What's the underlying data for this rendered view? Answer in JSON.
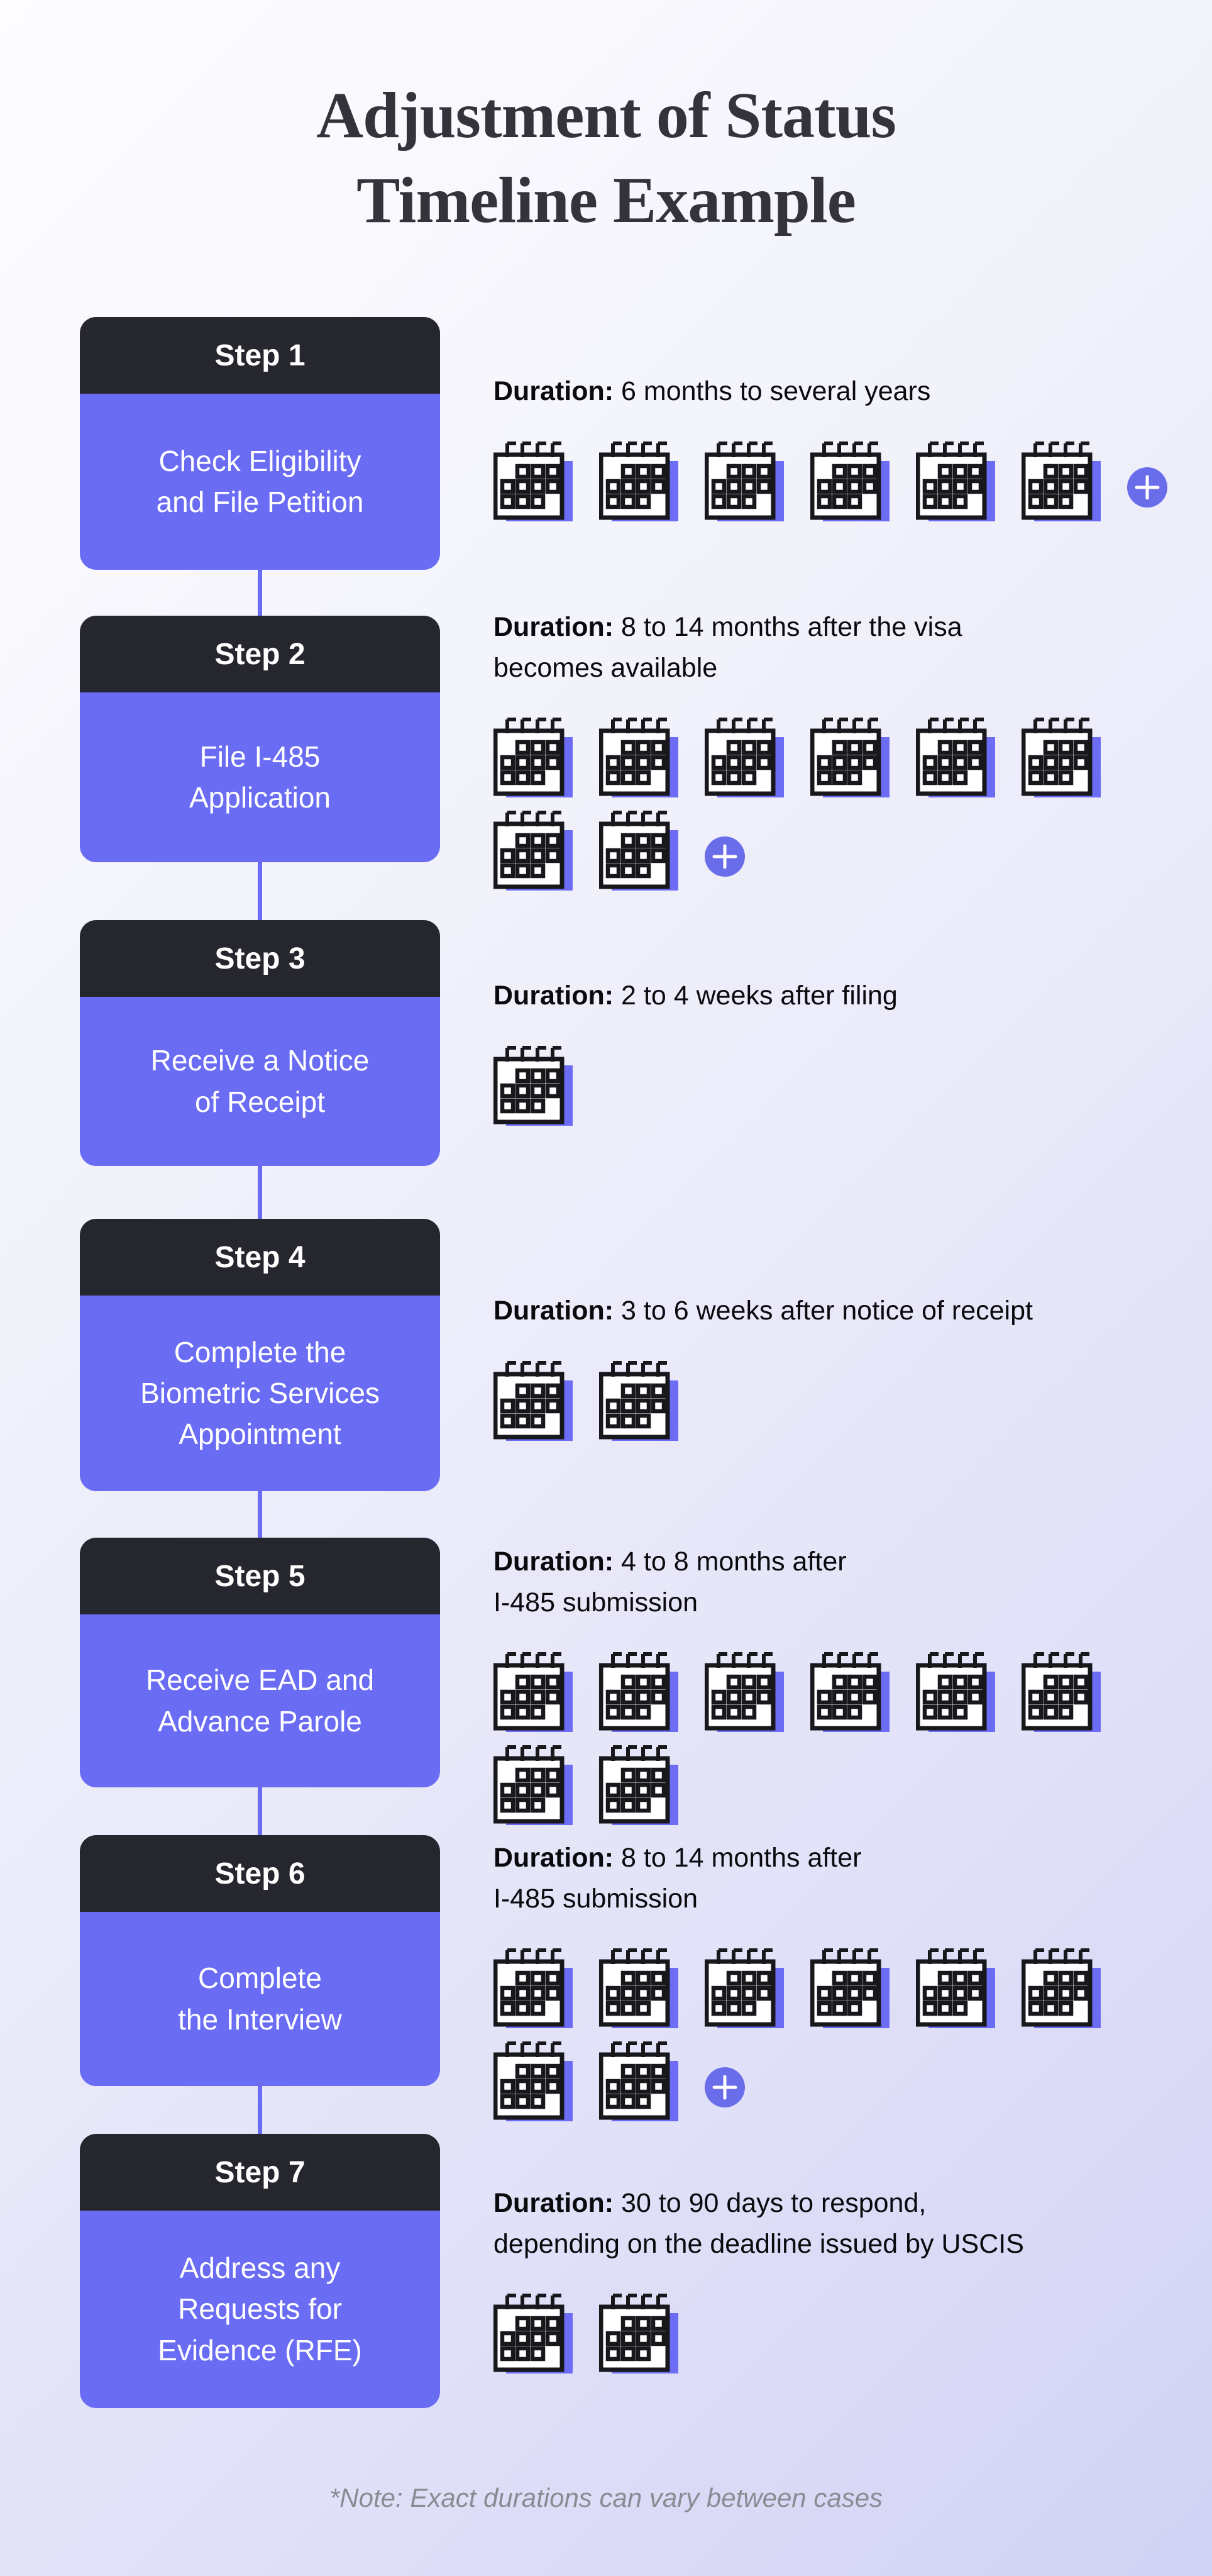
{
  "title": "Adjustment of Status\nTimeline Example",
  "duration_label": "Duration:",
  "footer_note": "*Note: Exact durations can vary between cases",
  "colors": {
    "card_purple": "#6A6CF3",
    "header_dark": "#26262E",
    "calendar_shadow_purple": "#6C6CF5",
    "plus_circle_purple": "#6A6DEA",
    "title_text": "#34333C",
    "body_text": "#0A0A0E",
    "note_gray": "#8B8B94",
    "background_gradient_start": "#FDFDFF",
    "background_gradient_end": "#D2D2F5"
  },
  "icons": {
    "calendar": "spiral-bound calendar with date grid",
    "plus_glyph": "+"
  },
  "steps": [
    {
      "label": "Step 1",
      "description": "Check Eligibility\nand File Petition",
      "duration": "6 months to several years",
      "calendar_count": 6,
      "has_plus": true
    },
    {
      "label": "Step 2",
      "description": "File I-485\nApplication",
      "duration": "8 to 14 months after the visa\nbecomes available",
      "calendar_count": 8,
      "has_plus": true
    },
    {
      "label": "Step 3",
      "description": "Receive a Notice\nof Receipt",
      "duration": "2 to 4 weeks after filing",
      "calendar_count": 1,
      "has_plus": false
    },
    {
      "label": "Step 4",
      "description": "Complete the\nBiometric Services\nAppointment",
      "duration": "3 to 6 weeks after notice of receipt",
      "calendar_count": 2,
      "has_plus": false
    },
    {
      "label": "Step 5",
      "description": "Receive EAD and\nAdvance Parole",
      "duration": "4 to 8 months after\nI-485 submission",
      "calendar_count": 8,
      "has_plus": false
    },
    {
      "label": "Step 6",
      "description": "Complete\nthe Interview",
      "duration": "8 to 14 months after\nI-485 submission",
      "calendar_count": 8,
      "has_plus": true
    },
    {
      "label": "Step 7",
      "description": "Address any\nRequests for\nEvidence (RFE)",
      "duration": "30 to 90 days to respond,\ndepending on the deadline issued by USCIS",
      "calendar_count": 2,
      "has_plus": false
    }
  ]
}
